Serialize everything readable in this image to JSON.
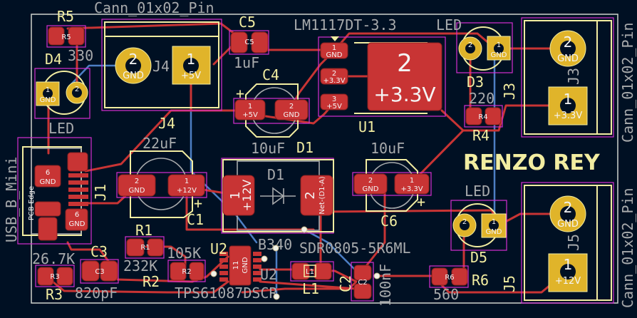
{
  "colors": {
    "background": "#001023",
    "copper_front": "#c83434",
    "copper_back": "#4d7fc4",
    "tht_pad": "#e0b42a",
    "silkscreen": "#f2eda1",
    "fab": "#a8aaac",
    "courtyard": "#d62ed0",
    "edge_cuts": "#d0d2cd"
  },
  "board_title": "RENZO REY",
  "components": {
    "J4": {
      "ref": "J4",
      "value": "Cann_01x02_Pin",
      "fab_ref": "J4",
      "pad1": {
        "num": "1",
        "net": "+5V"
      },
      "pad2": {
        "num": "2",
        "net": "GND"
      }
    },
    "J3": {
      "ref": "J3",
      "value": "Cann_01x02_Pin",
      "fab_ref": "J3",
      "pad1": {
        "num": "1",
        "net": "+3.3V"
      },
      "pad2": {
        "num": "2",
        "net": "GND"
      }
    },
    "J5": {
      "ref": "J5",
      "value": "Cann_01x02_Pin",
      "fab_ref": "J5",
      "pad1": {
        "num": "1",
        "net": "+12V"
      },
      "pad2": {
        "num": "2",
        "net": "GND"
      }
    },
    "J1": {
      "ref": "J1",
      "value": "USB_B_Mini",
      "fab_ref": "J1",
      "pad_num": "6",
      "pad_net": "GND",
      "edge_note": "PCB Edge"
    },
    "R5": {
      "ref": "R5",
      "value": "330",
      "fab_ref": "R5"
    },
    "D4": {
      "ref": "D4",
      "value": "LED",
      "pad1": {
        "num": "1",
        "net": "GND"
      },
      "pad2": {
        "num": "2"
      }
    },
    "C5": {
      "ref": "C5",
      "value": "1uF",
      "fab_ref": "C5"
    },
    "C4": {
      "ref": "C4",
      "value": "10uF",
      "pad1": {
        "num": "1",
        "net": "+5V"
      },
      "pad2": {
        "num": "2",
        "net": "GND"
      },
      "plus": "+"
    },
    "U1": {
      "ref": "U1",
      "value": "LM1117DT-3.3",
      "pad1": {
        "num": "1",
        "net": "GND"
      },
      "pad2": {
        "num": "2",
        "net": "+3.3V"
      },
      "pad3": {
        "num": "3",
        "net": "+5V"
      },
      "tab": {
        "num": "2",
        "net": "+3.3V"
      }
    },
    "D3": {
      "ref": "D3",
      "value": "LED",
      "pad1": {
        "num": "1",
        "net": "GND"
      },
      "pad2": {
        "num": "2"
      }
    },
    "R4": {
      "ref": "R4",
      "value": "220",
      "fab_ref": "R4"
    },
    "C6": {
      "ref": "C6",
      "value": "10uF",
      "pad1": {
        "num": "1",
        "net": "+3.3V"
      },
      "pad2": {
        "num": "2",
        "net": "GND"
      },
      "plus": "+"
    },
    "C1": {
      "ref": "C1",
      "value": "22uF",
      "pad1": {
        "num": "1",
        "net": "+12V"
      },
      "pad2": {
        "num": "2",
        "net": "GND"
      },
      "plus": "+",
      "fab_ref": "C1"
    },
    "D1": {
      "ref": "D1",
      "value": "B340",
      "fab_ref": "D1",
      "pad1": {
        "num": "1",
        "net": "+12V"
      },
      "pad2": {
        "num": "2",
        "net": "Net-(D1-A)"
      }
    },
    "D5": {
      "ref": "D5",
      "value": "LED",
      "pad1": {
        "num": "1",
        "net": "GND"
      },
      "pad2": {
        "num": "2"
      }
    },
    "R6": {
      "ref": "R6",
      "value": "560",
      "fab_ref": "R6"
    },
    "R1": {
      "ref": "R1",
      "value": "232K",
      "fab_ref": "R1"
    },
    "R2": {
      "ref": "R2",
      "value": "105K",
      "fab_ref": "R2"
    },
    "R3": {
      "ref": "R3",
      "value": "26.7K",
      "fab_ref": "R3"
    },
    "C3": {
      "ref": "C3",
      "value": "820pF",
      "fab_ref": "C3"
    },
    "U2": {
      "ref": "U2",
      "value": "TPS61087DSCR",
      "fab_ref": "U2",
      "pad": {
        "num": "11",
        "net": "GND"
      }
    },
    "L1": {
      "ref": "L1",
      "value": "SDR0805-5R6ML",
      "fab_ref": "L1"
    },
    "C2": {
      "ref": "C2",
      "value": "100nF",
      "fab_ref": "C2"
    }
  }
}
